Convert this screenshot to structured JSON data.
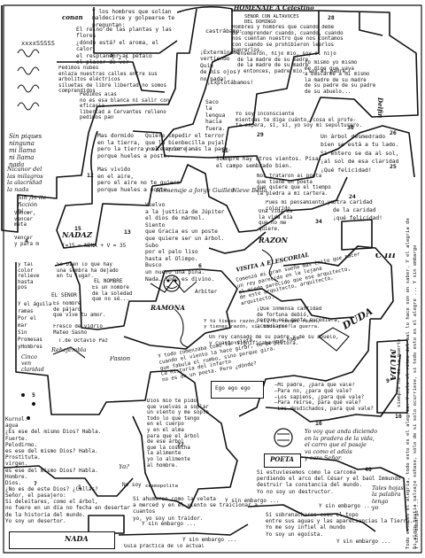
{
  "texts": {
    "t_top1": "Y los hombres que solían\nmaldecirse y golpearse te preguntan:",
    "t_conan": "conan",
    "t_lechuzas": "El reino de las plantas y las flores\n¿dónde está? el aroma, el calor\nel resplandor al pétalo\nel placer de ver",
    "t_num2": "( 2 )",
    "t_hom_title": "HOMENAJE A Celestino",
    "t_hom_sub": "SENOR CON ALTAVOCES\nDEL DOMINGO",
    "t_intro": "Hombres y hombres que cuando debe\nde comprender cuando, cuando, cuando\nnos cuentan nuestro que nos contamos\ncon cuando se prohibieron leerlos quererlos.",
    "t_ensenan": "enseñaron, hijo mío, soy el hijo\nde la madre de su madre\nde la madre de su madre\ny entonces, padre mío, soy el padre.",
    "t_yo": "Yo mismo yo mismo\nme digo que vaya\na buscarme a mí mismo\nla madre de su madre\nde su padre de su padre\nde su abuelo...",
    "t_cast": "castrábamos.",
    "t_ex": "¡Exterminemos\nvertiendo Quin\nde mis ojos\nno nada!",
    "t_explot": "¡Explotábamos!",
    "t_saco": "Saco\nla lengua\nhacia\nfuera.",
    "t_incon": "Yo soy inconsciente\nmientras te diga cuánto, cosa el profe-\nta espera, sí, sí, yo soy mi sepulturero.",
    "t_arbol_desm": "Un árbol desmedrado\nbien se está a tu lado.\nSi entero se da al sol,\n¡al sol de esa claridad\n¡Qué felicidad!",
    "t_pedimos": "Pedimos nubes\nenlaza nuestras calles entre sus arbolitos eléctricos\nsiluetas de libre libertad no somos\ncomprendidos",
    "t_pedimos2": "Pedimos alas\nno es esa blanca ni salir con eficacia\nlibertad a Cervantes relleno\npedimos pan",
    "t_quiere": "Quiere impedir el terror\nque la bienbecilla pujal,\ny el terror jamás la pare.",
    "t_siempre": "Siempre hay otros vientos. Pisa:\nel campo sembrado bien.",
    "t_dormido": "Mas dormido\nen la tierra,\npero la tierra no te quiere\nporque hueles a poste.",
    "t_vivido": "Mas vivido\nen el aire,\npero el aire no te quiere\nporque hueles a poste.",
    "t_homenaje_jg": "Homenaje a Jorge Guillén",
    "t_nieve": "Nieve Bella",
    "t_vuelvo": "Vuelvo\na la justicia de Júpiter\nel dios de mármol.\nSiento\nque Gracia es un poste\nque quiere ser un árbol.\nSubo\npor el palo liso\nhasta el Olimpo.\nBusco\nun nuevo una piña.\nNada. Todo es divino.",
    "t_poeta": "Nos trataron al poeta\nque tiene un poeta\nque quiere que el tiempo\nla piedra a mi cartera.",
    "t_colorido": "Pues mi pensamiento ya colorido",
    "t_otra": "otra caridad\nde la caridad\n¡qué felicidad!",
    "t_mundo_vida": "Una vida es\nla vida mía\nque no me\nquiere.",
    "t_razon": "RAZON",
    "t_visita": "VISITA A ELESCORIAL",
    "t_escorial": "Comenzó mi gran sueño más éxito que nacer\nun rey parecido en la lejana\nel miedo parecido que ese arquitecto,\nde este arquitecto, arquitecto, arquitecto.",
    "t_cantidad": "¡Que inmensa cantidad\nde fortuna debió,\nporque esa gente sucediera, acumularse!",
    "t_c3": "C III",
    "t_duda": "DUDA",
    "t_muda": "MUDA",
    "t_nadaz": "NADAZ",
    "t_nina": "(=15 = NINA + V = 35",
    "t_ramona": "RAMONA",
    "t_sembra": "Sé bien lo que hay\nuna sombra ha dejado\nen tu lugar.",
    "t_esnombre": "Es un nombre\nde la soledad\nque no sé...",
    "t_elnombre": "EL NOMBRE",
    "t_elsenor": "EL SEÑOR",
    "t_pajaro": "Es nombre\nde pájaro\nque vive tu amor.",
    "t_fresco": "Fresco de vidrio\nMateo Sasho",
    "t_otonio": "T.de Octavio Paz",
    "t_pasion": "Pasión",
    "t_rey": "Un rey cansado de su padre y de su abuelo,\ny cuanto significaba pletora.",
    "t_todo": "Y todo comenzaba como la veleta\ncuando el viento la hace girar, no porque haga\nque fabula el rumbo, sino porque gira.\nLa Historia del infarto\nno es de un poeta. Pero ¿dónde?",
    "t_tiene": "Y tú tienes razón, sí, tú tienes razón,\ny tienes razón, sí, todo por la guerra.",
    "t_preg": "—Mi padre, ¿para qué vale?\n—Para no, ¿para qué vale?\n—Los sapiens, ¿para qué vale?\n—Para reírse, para qué vale?\n—Los desdichados, para qué vale?",
    "t_rehe": "Rehejembla",
    "t_arbiter": "Árbiter",
    "t_kurnol": "Kurnol.\nagua\n¿Es ese del mismo Dios? Habla.\nFuerte.\nPelodirmo.\nes ese del mismo Dios? Habla.\nProstituta.\nvirgen.\nes ese del mismo Dios? Habla.\nHombre.\nDios.\n¿No es de este Dios? ¿Callas?",
    "t_dios": "Dios mío te pido\nque vuelvas a soplar\nun viento y me sople\ntodo lo que tengo\nen el cuerpo\ny en el alma\npara que el árbol\nde ese árbol\nque la cosecha\nla alimente\nyo lo alimente\nal hombre.",
    "t_senor_poeta": "Señor, el pasajero:\nSi deleitares, como el árbol,\nno fuere en un día no fecha en desertar\nde la historia del mundo.\nYo soy un desertor.",
    "t_ahumaren": "Si ahumaren como la veleta\na merced y en el viento se traicionar a cuantos\nyo, yo soy un traidor.",
    "t_enti": "Si estuviesemos como la carcoma\nperdiendo el arco del César y el baúl Immundo\ndestruir la constancia del mundo.\nYo no soy un destructor.",
    "t_sin1": "Y sin embargo ...",
    "t_sin2": "Y sin embargo ...",
    "t_sin3": "Y sin embargo ...",
    "t_sin4": "Y sin embargo ...",
    "t_sin5": "Y sin embargo ...",
    "t_sobre": "Sí sobrenacharos como el topo\nentre sus aguas y las apareciencias la Tierra.\nYo me soy infiel al mundo\nYo soy un egoísta.",
    "t_guia": "Guía práctica de lo actual",
    "t_nada": "NADA",
    "t_nosoy": "No soy ...",
    "t_ego": "Ego ego ego",
    "t_poeta_box": "POETA",
    "t_voy": "Yo voy que anda diciendo\nen la pradera de la vida,\nel carro que el pasaje\nva como el adiós\ny cara Señor.",
    "t_telas": "Tales hojas\nla palabra\ntengo\nyo",
    "t_ya": "Ya?",
    "t_cosmopo": "cosmopolita",
    "t_sinpiques": "Sin piques\nninguna\nmi llama\nni llama\nnada",
    "t_nicanor": "Nicanor del\nlas milagros\nla alacridad\nla nada",
    "t_sinfin": "Sin fin ite\nficción\nni ...",
    "t_xs": "xxxxSSSSS",
    "t_vencer": "Vencer,\nvencer\nmeta",
    "t_vencer2": "Vencer\ny para m",
    "t_relies": "y tal\ncolor\nrelieve\nhasta\npos",
    "t_left_col": "Y el águila\nramas\nPor el\nmar\nSin\nPromesas\nyHombres",
    "t_cinco": "Cinco\nven\nclaridad",
    "t_vert_right1": "Todo esto es el alegría, todo esto es el alegría. Y solo el ritmo del mal lo hace son en saber. Y el alegría de",
    "t_vert_right2": "Si algún bestia salvaje soñase, sólo de si solo ocurriese, si todo esto es el alegre ... Y sin embargo",
    "t_vert_right3": "siempre ha de la muerte",
    "t_vert_center": "Y sin embargo ...",
    "t_delfin": "Delfin",
    "t_num_13": "13",
    "t_num_15": "15",
    "t_num_24": "24",
    "t_num_25": "25",
    "t_num_26": "26",
    "t_num_12": "12",
    "t_num_28": "28",
    "t_num_9": "9",
    "t_num_10": "10",
    "t_num_22": "22",
    "t_num_29": "29",
    "t_num_30": "30",
    "t_num_34": "34",
    "t_num_5": "5",
    "t_num_1": "1",
    "t_num_4": "4",
    "t_num_6": "6",
    "t_num_11": "11",
    "t_num_7": "7",
    "t_num_16": "16",
    "t_num_3": "3",
    "t_num_40": "40"
  }
}
